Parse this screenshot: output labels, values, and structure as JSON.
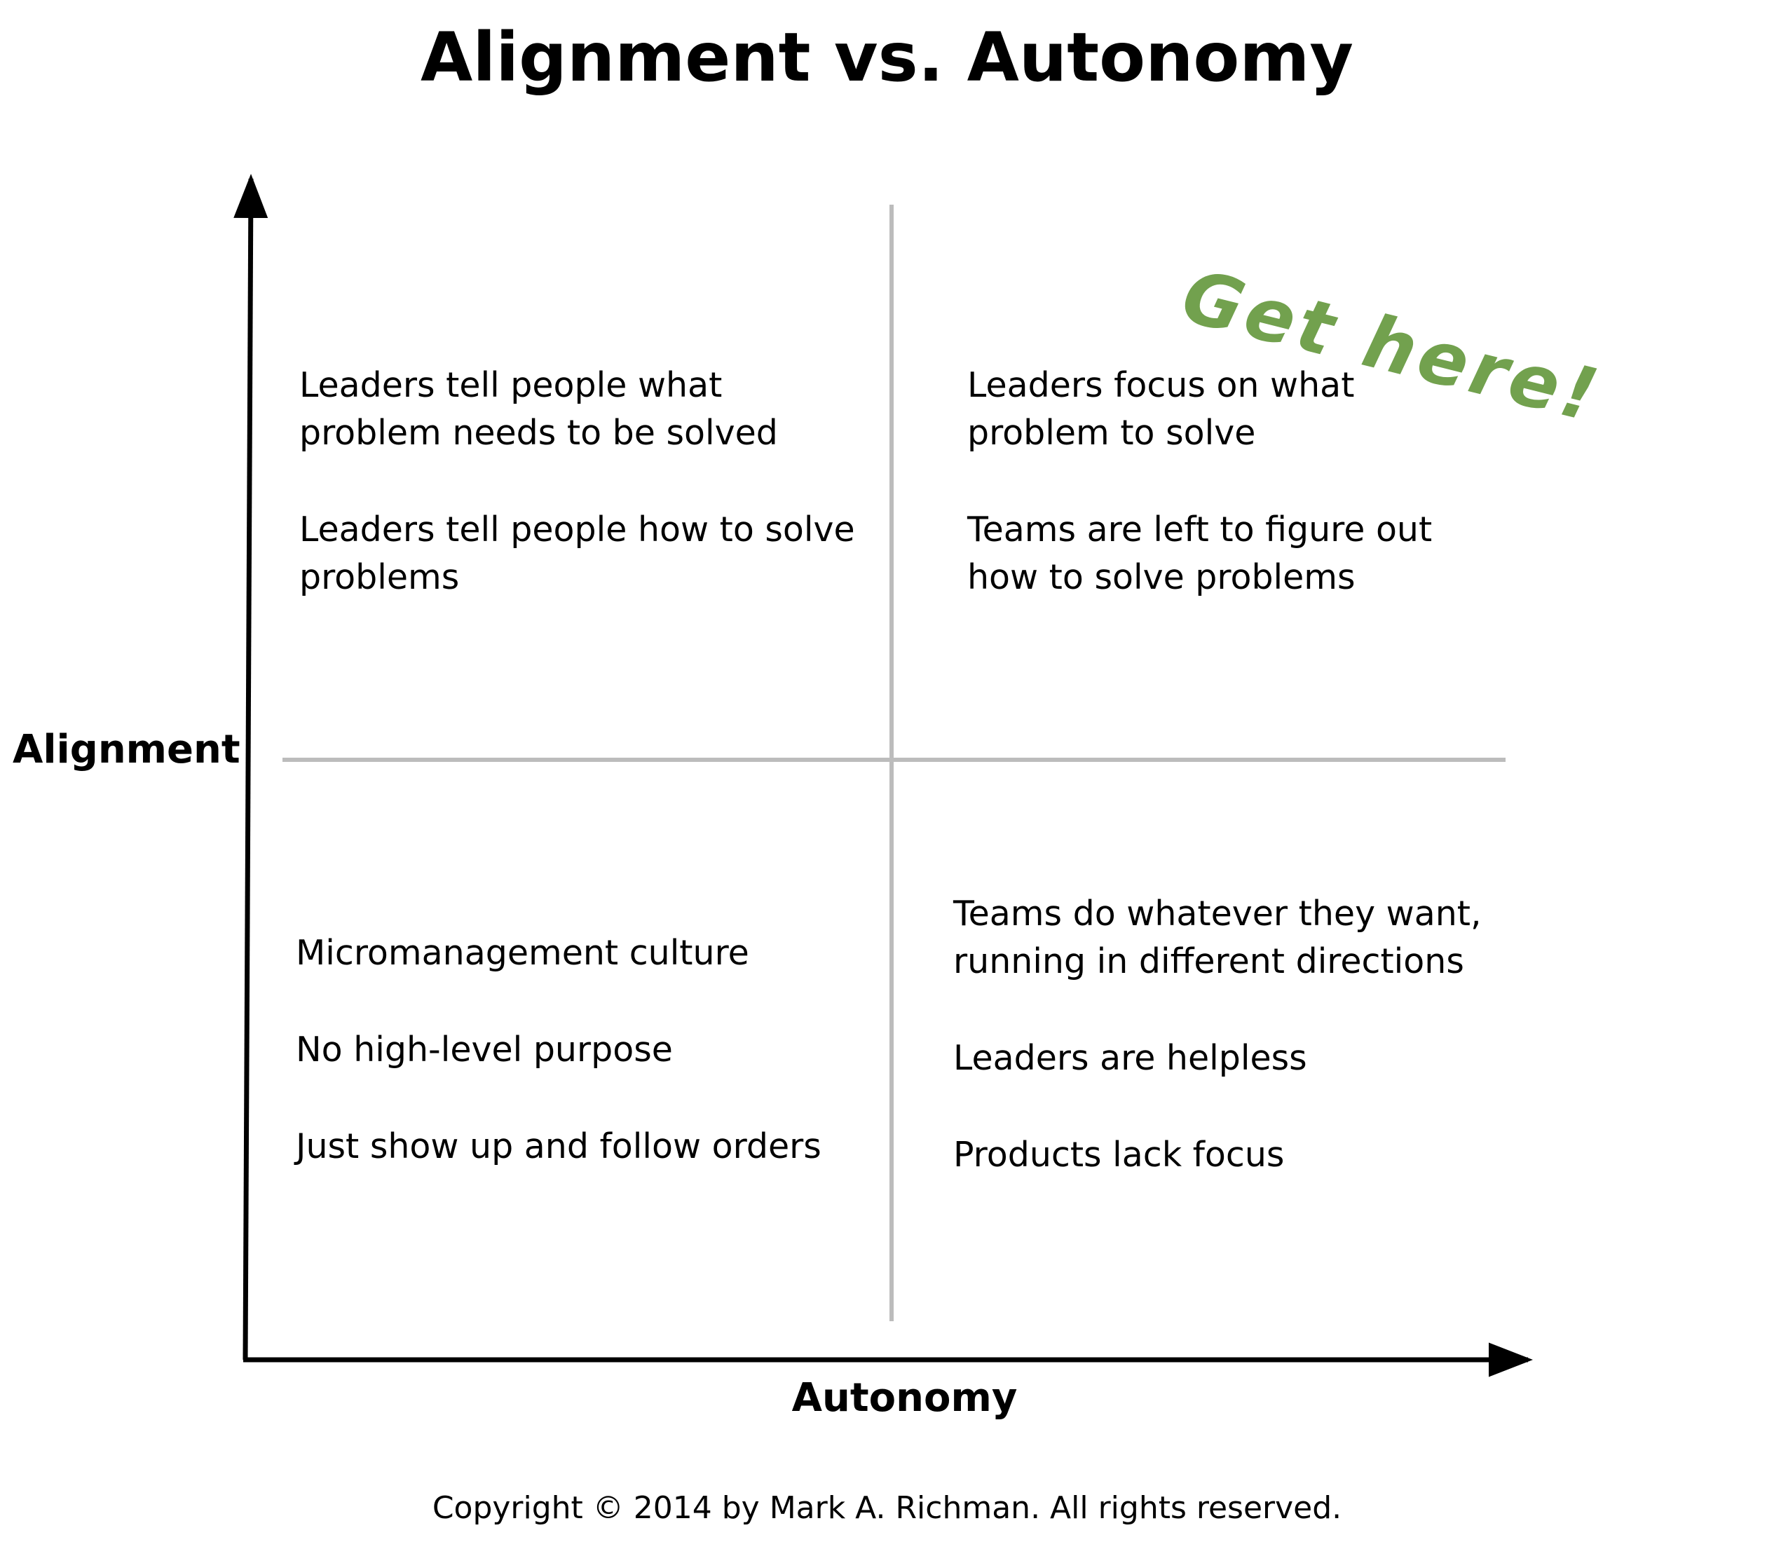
{
  "title": "Alignment vs. Autonomy",
  "axes": {
    "y_label": "Alignment",
    "x_label": "Autonomy"
  },
  "quadrants": {
    "top_left": {
      "lines": [
        "Leaders tell people what problem needs to be solved",
        "Leaders tell people how to solve problems"
      ]
    },
    "top_right": {
      "lines": [
        "Leaders focus on what problem to solve",
        "Teams are left to figure out how to solve problems"
      ]
    },
    "bottom_left": {
      "lines": [
        "Micromanagement culture",
        "No high-level purpose",
        "Just show up and follow orders"
      ]
    },
    "bottom_right": {
      "lines": [
        "Teams do whatever they want, running in different directions",
        "Leaders are helpless",
        "Products lack focus"
      ]
    }
  },
  "callout": {
    "text": "Get here!",
    "color": "#72a14e"
  },
  "colors": {
    "axis": "#000000",
    "divider": "#bcbcbc"
  },
  "copyright": "Copyright © 2014 by Mark A. Richman. All rights reserved."
}
